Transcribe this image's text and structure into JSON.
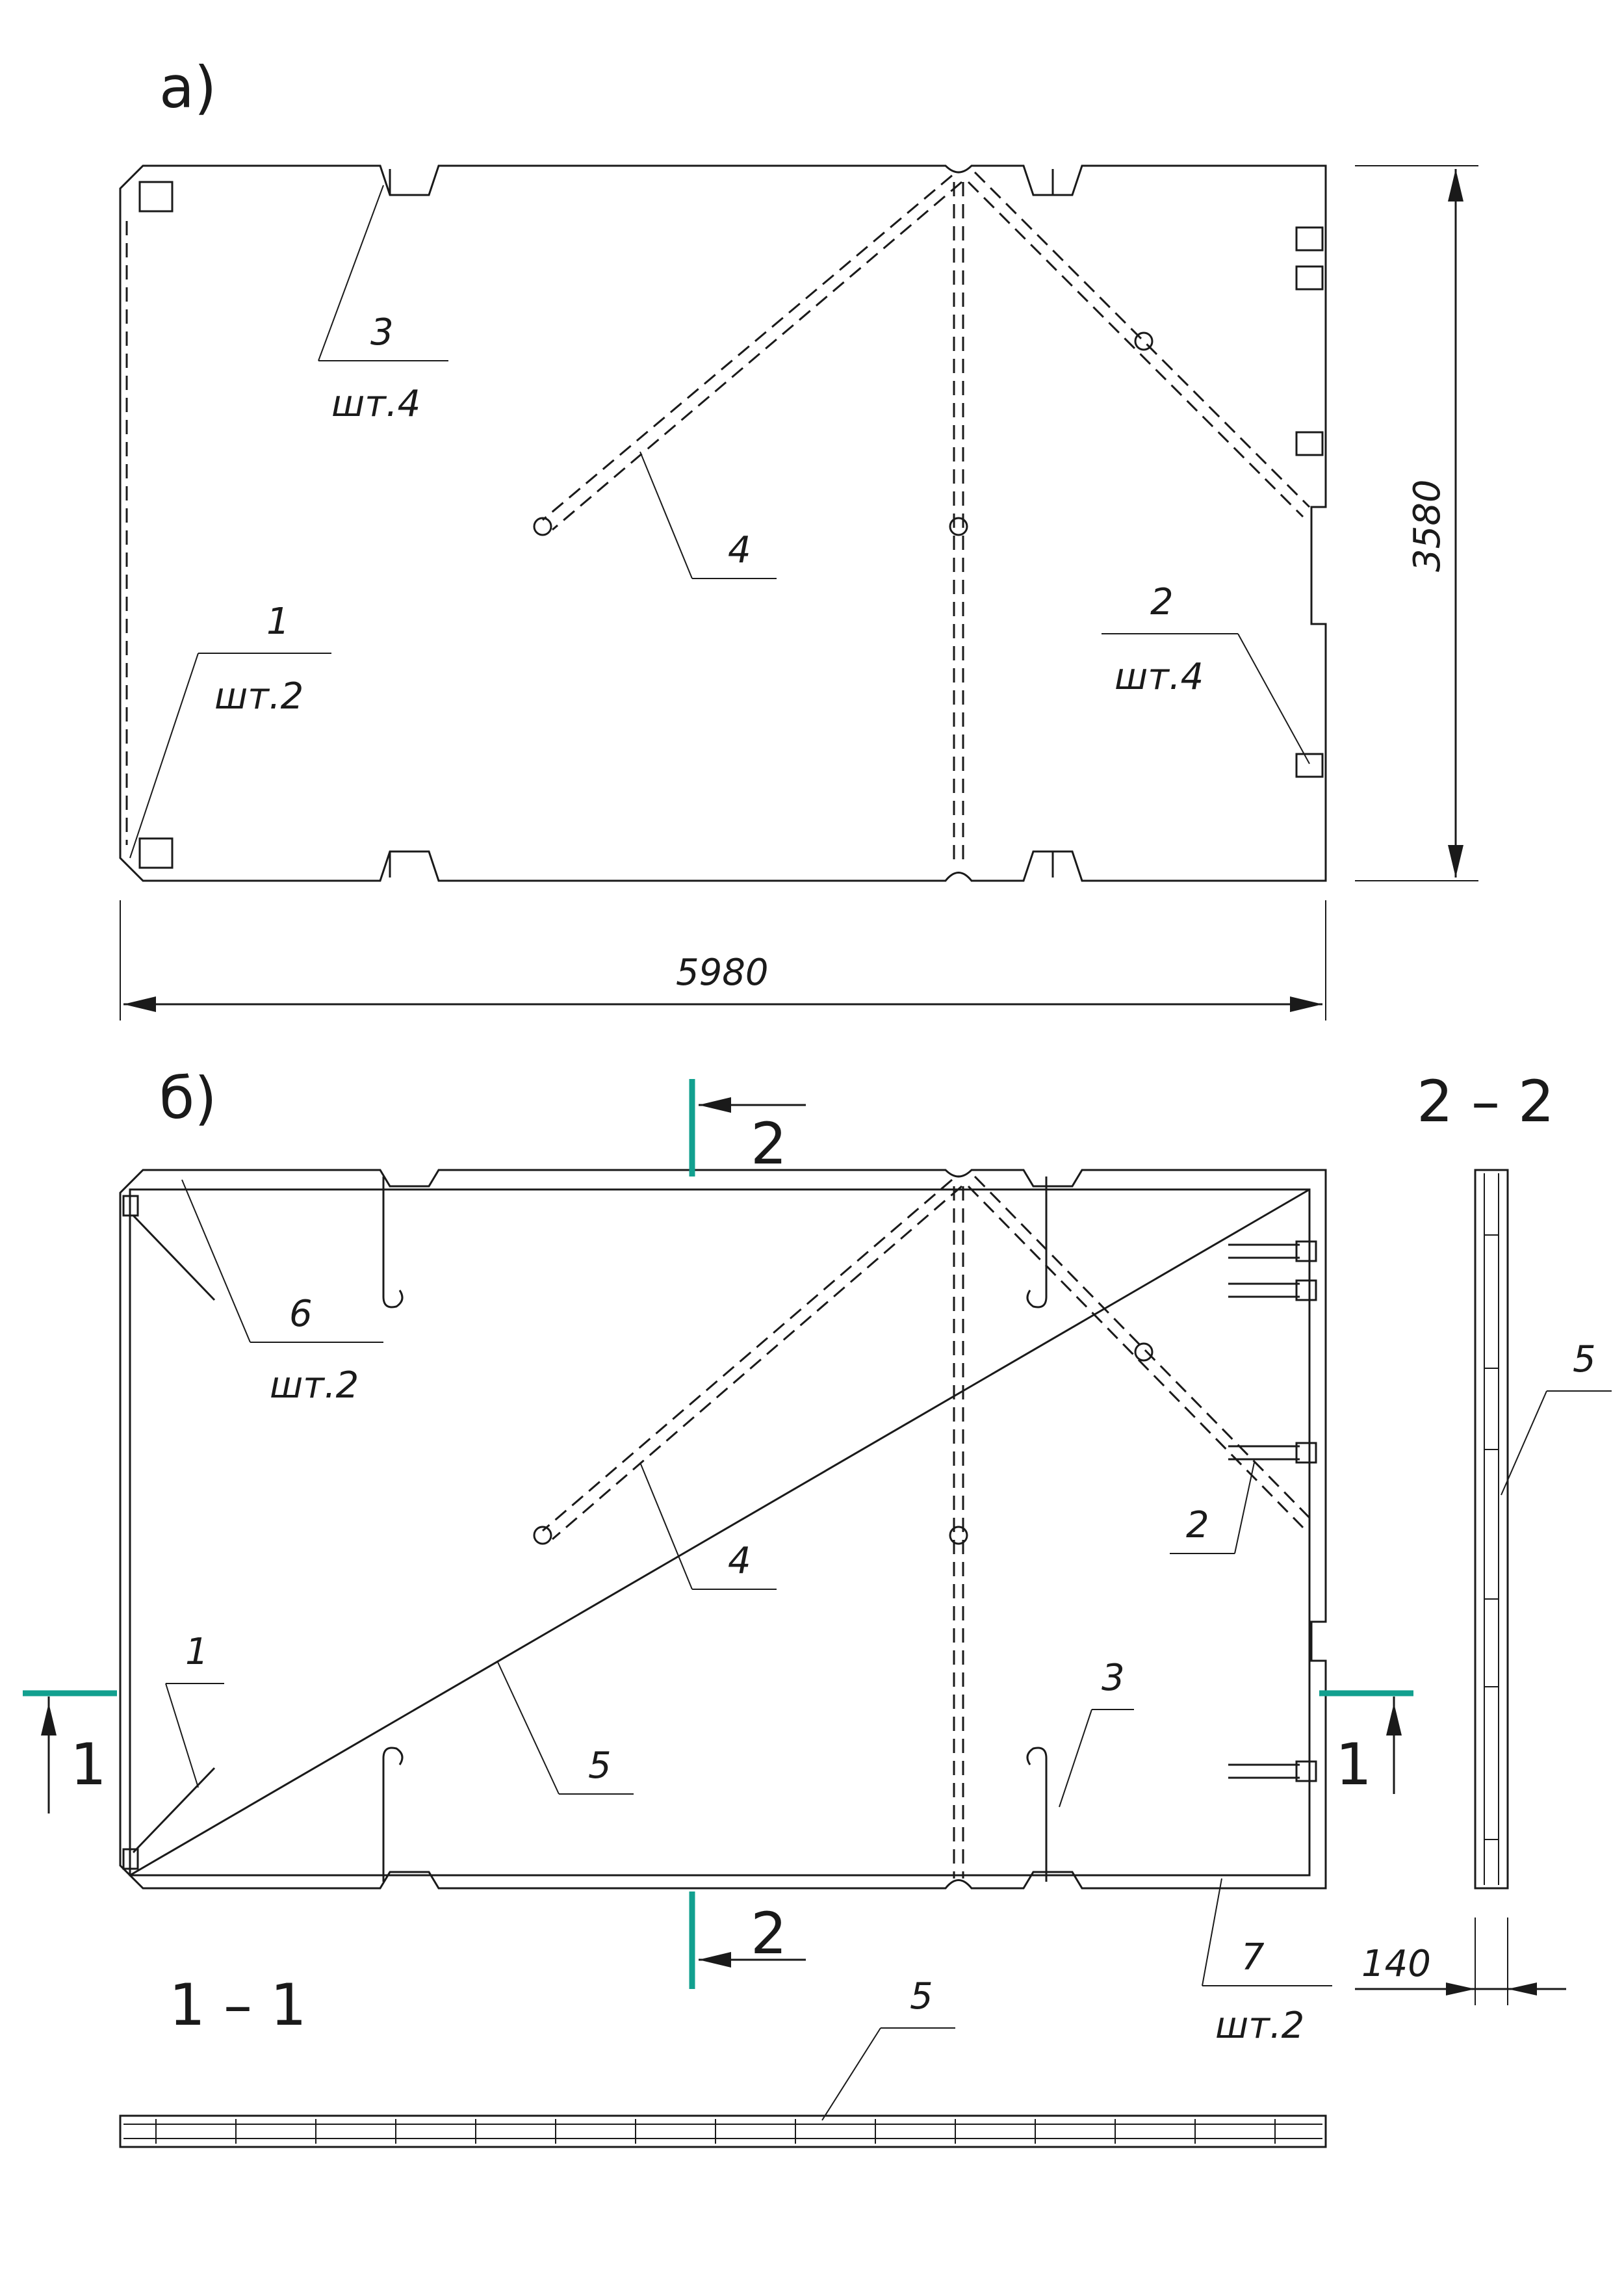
{
  "views": {
    "a_label": "а)",
    "b_label": "б)",
    "section_1_title": "1 – 1",
    "section_2_title": "2 – 2"
  },
  "dimensions": {
    "length": "5980",
    "height": "3580",
    "thickness": "140"
  },
  "callouts_a": {
    "c1_num": "1",
    "c1_qty": "шт.2",
    "c2_num": "2",
    "c2_qty": "шт.4",
    "c3_num": "3",
    "c3_qty": "шт.4",
    "c4_num": "4"
  },
  "callouts_b": {
    "c1_num": "1",
    "c2_num": "2",
    "c3_num": "3",
    "c4_num": "4",
    "c5_num": "5",
    "c6_num": "6",
    "c6_qty": "шт.2",
    "c7_num": "7",
    "c7_qty": "шт.2"
  },
  "section_marks": {
    "left": "1",
    "right": "1",
    "top": "2",
    "bottom": "2"
  },
  "sections": {
    "s11_callout": "5",
    "s22_callout": "5"
  },
  "colors": {
    "cut_line": "#12a08f",
    "ink": "#1a1a1a"
  }
}
